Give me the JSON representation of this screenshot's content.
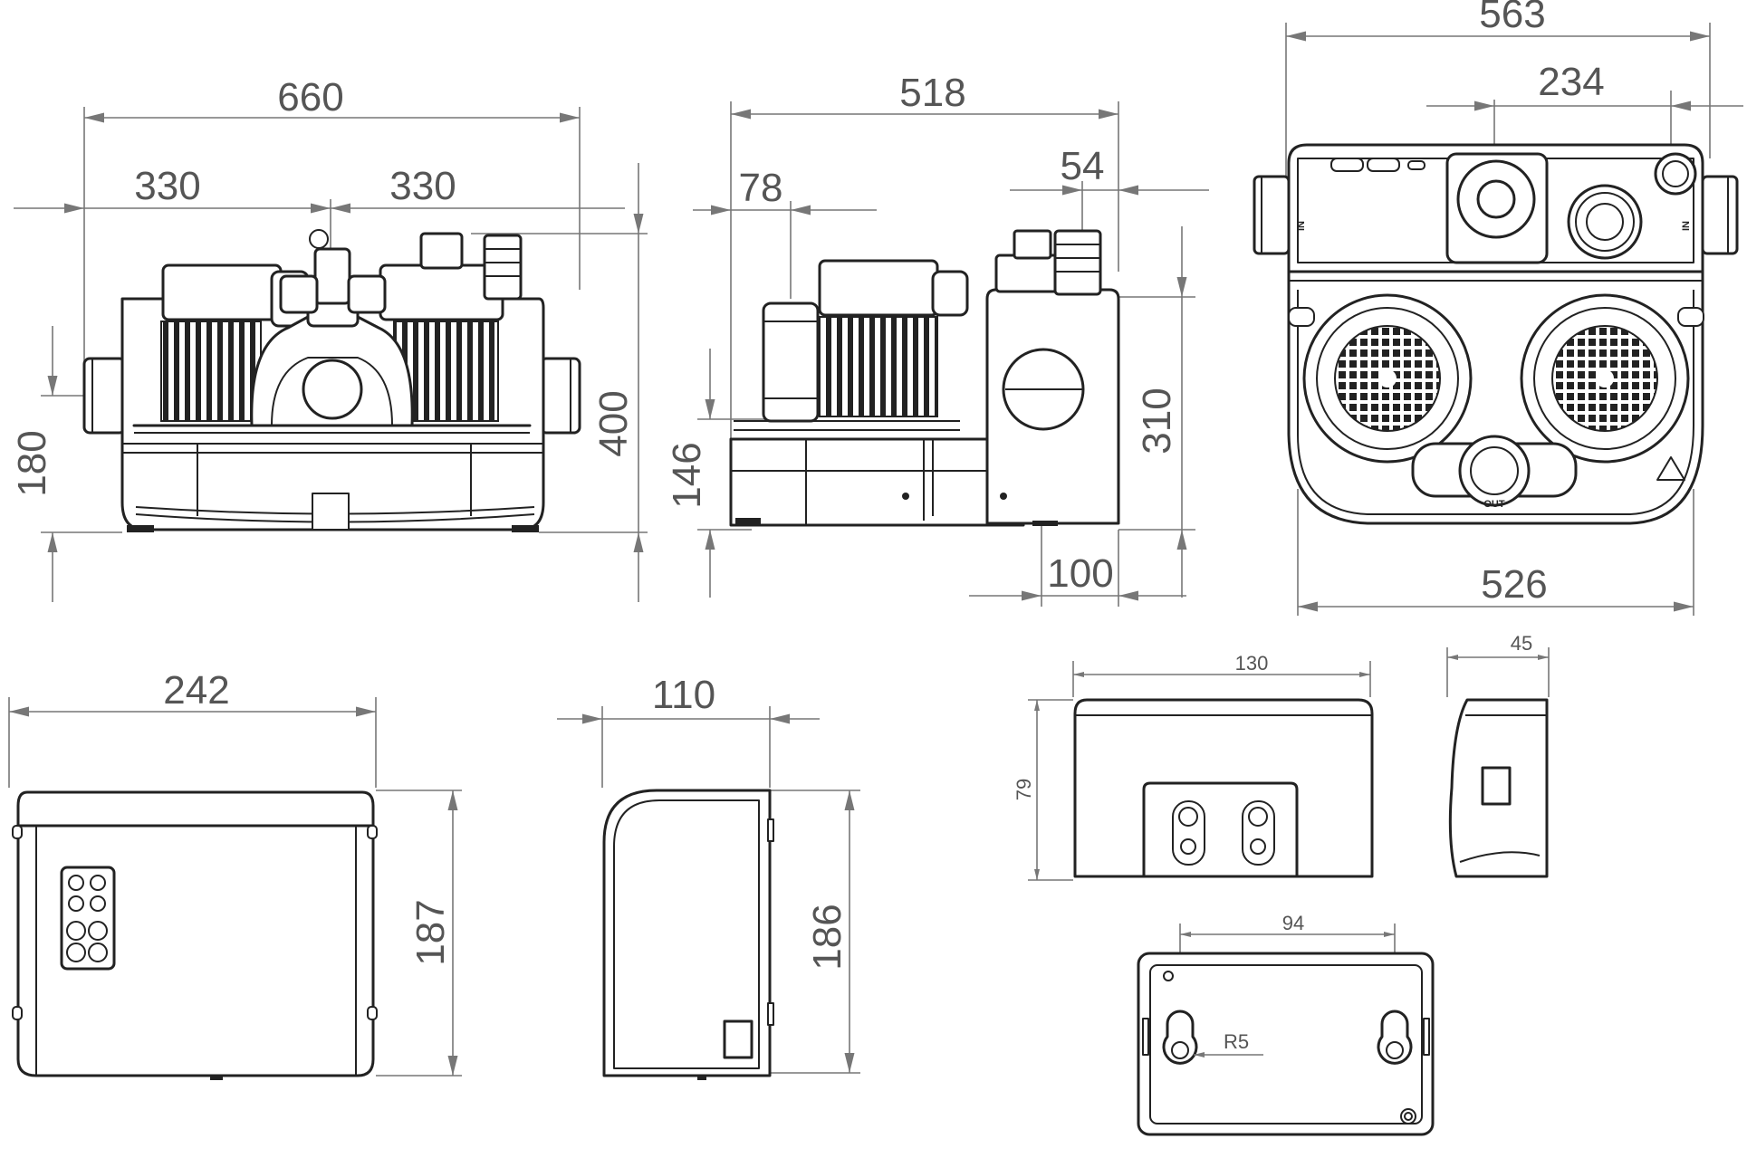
{
  "views": {
    "front": {
      "width": "660",
      "half_left": "330",
      "half_right": "330",
      "height_total": "400",
      "inlet_height": "180"
    },
    "side": {
      "depth": "518",
      "offset_left": "78",
      "offset_right": "54",
      "outlet_height": "310",
      "inlet_height": "146",
      "outlet_offset": "100"
    },
    "top": {
      "width": "563",
      "inlet_spacing": "234",
      "base_width": "526",
      "inlet_label_left": "IN",
      "inlet_label_right": "IN",
      "outlet_label": "OUT"
    }
  },
  "controller": {
    "front": {
      "width": "242",
      "height": "187"
    },
    "side": {
      "depth": "110",
      "height": "186"
    }
  },
  "alarm": {
    "front": {
      "width": "130",
      "height": "79"
    },
    "side": {
      "depth": "45"
    },
    "back": {
      "hole_spacing": "94",
      "radius": "R5"
    }
  },
  "colors": {
    "line": "#222222",
    "dimension": "#777777"
  }
}
